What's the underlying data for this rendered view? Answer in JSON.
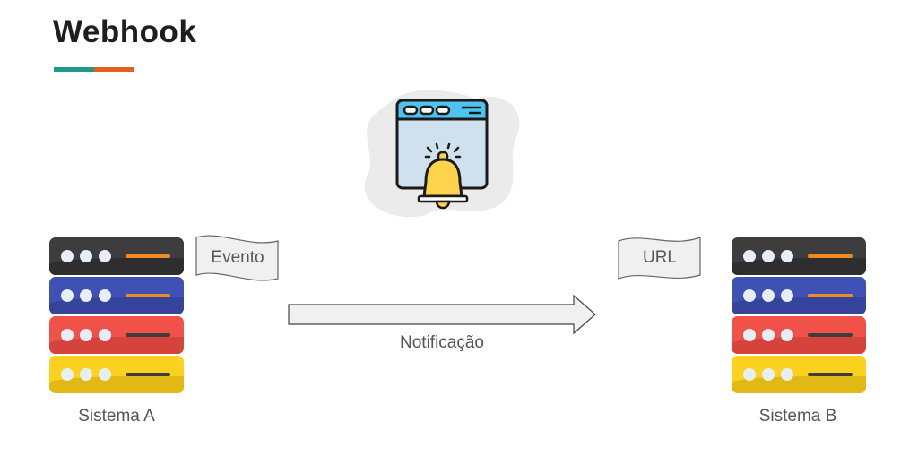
{
  "title": "Webhook",
  "accent_colors": {
    "teal": "#1f9a8a",
    "orange": "#e0621f"
  },
  "left_system": {
    "label": "Sistema A",
    "flag": "Evento"
  },
  "right_system": {
    "label": "Sistema B",
    "flag": "URL"
  },
  "arrow": {
    "label": "Notificação"
  },
  "server_rows": [
    {
      "color": "#3d3d3d",
      "shade": "#2e2e2e",
      "bar": "#f08a24"
    },
    {
      "color": "#3f51b5",
      "shade": "#35449a",
      "bar": "#f08a24"
    },
    {
      "color": "#f0524a",
      "shade": "#d6423c",
      "bar": "#3d3d3d"
    },
    {
      "color": "#fdd21f",
      "shade": "#e2b914",
      "bar": "#3d3d3d"
    }
  ]
}
